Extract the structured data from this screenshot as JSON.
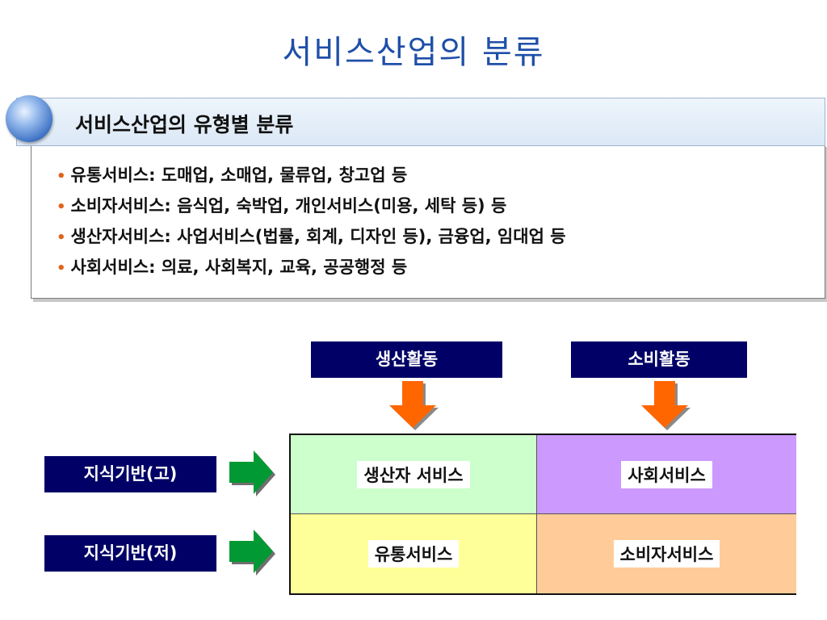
{
  "title": "서비스산업의 분류",
  "info_box": {
    "header": "서비스산업의 유형별 분류",
    "bullets": [
      "유통서비스: 도매업, 소매업, 물류업, 창고업 등",
      "소비자서비스: 음식업, 숙박업, 개인서비스(미용, 세탁 등) 등",
      "생산자서비스: 사업서비스(법률, 회계, 디자인 등), 금융업, 임대업 등",
      "사회서비스: 의료, 사회복지, 교육, 공공행정 등"
    ]
  },
  "diagram": {
    "top_labels": [
      "생산활동",
      "소비활동"
    ],
    "side_labels": [
      "지식기반(고)",
      "지식기반(저)"
    ],
    "cells": [
      "생산자 서비스",
      "사회서비스",
      "유통서비스",
      "소비자서비스"
    ]
  },
  "colors": {
    "title": "#1f4fa8",
    "label_bg": "#000066",
    "arrow_orange": "#ff6600",
    "arrow_green": "#009933",
    "cell_producer": "#ccffcc",
    "cell_social": "#cc99ff",
    "cell_distribution": "#ffff99",
    "cell_consumer": "#ffcc99",
    "bullet": "#e0641c"
  },
  "icons": [
    "orb-icon",
    "arrow-down-icon",
    "arrow-right-icon"
  ]
}
